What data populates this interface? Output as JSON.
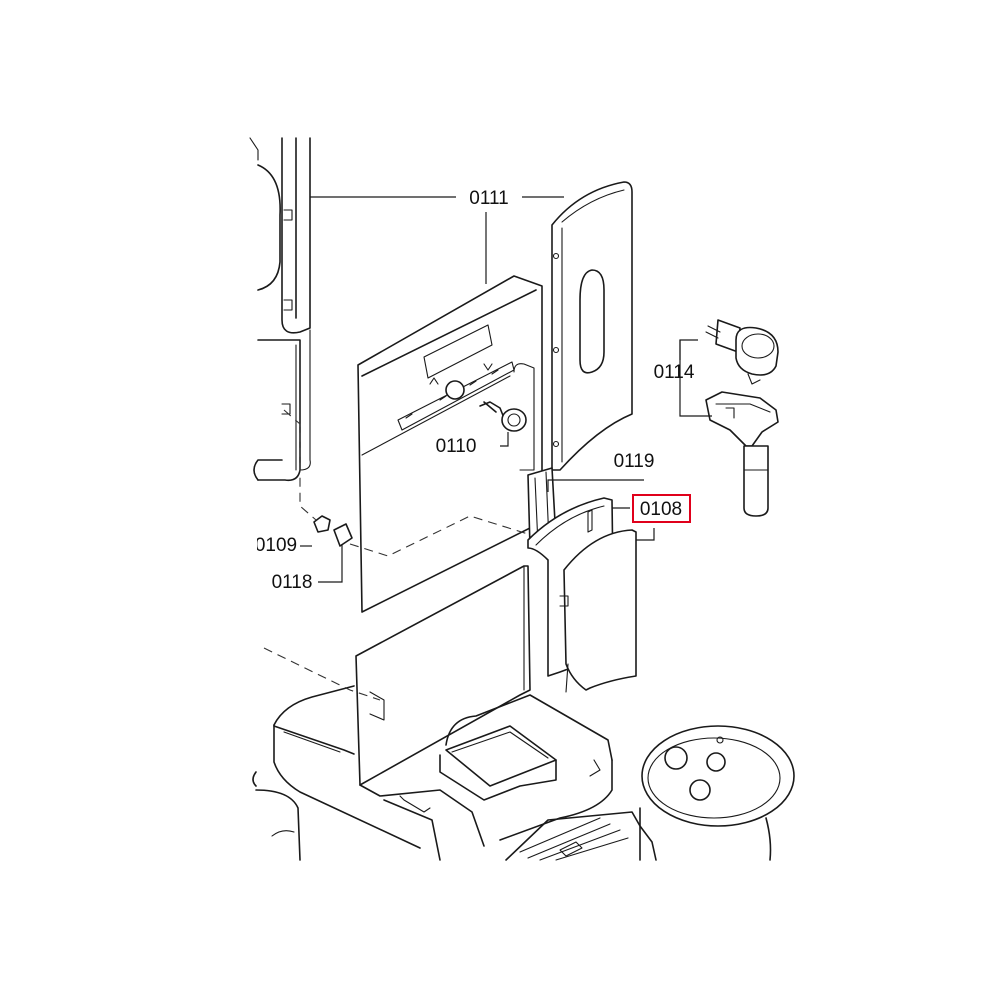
{
  "callouts": {
    "c0111": "0111",
    "c0114": "0114",
    "c0110": "0110",
    "c0119": "0119",
    "c0108": "0108",
    "c0109": "0109",
    "c0118": "0118"
  },
  "highlight": {
    "target": "0108",
    "color": "#e0001b"
  }
}
